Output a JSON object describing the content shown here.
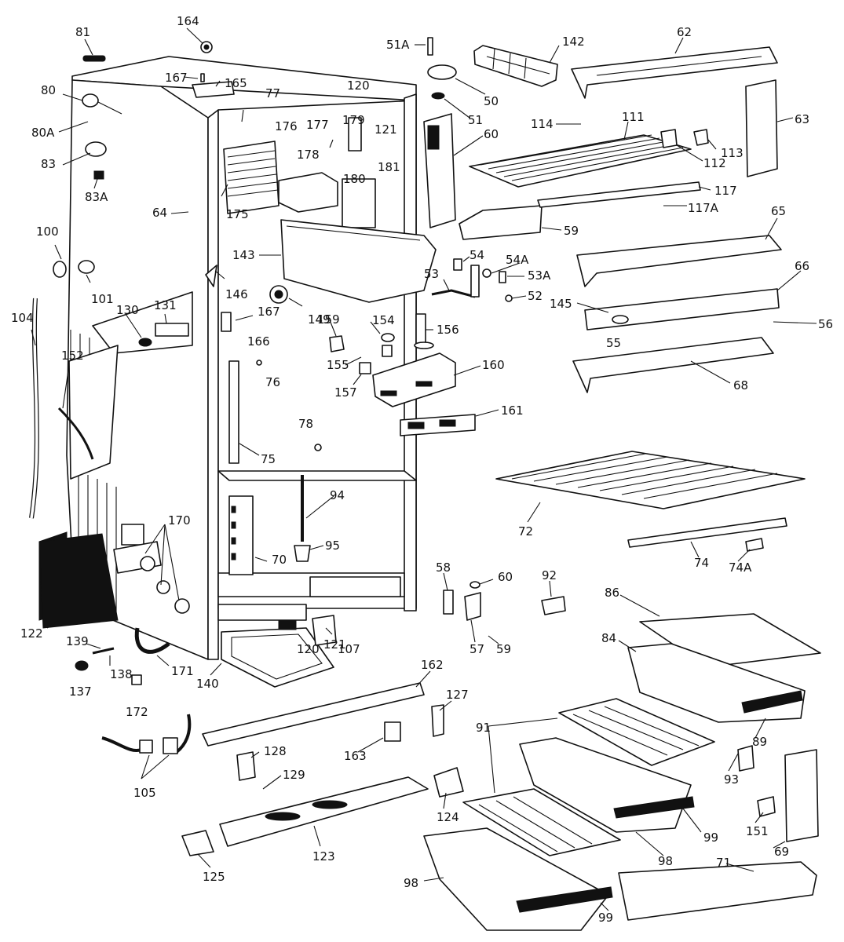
{
  "diagram": {
    "labels": [
      {
        "text": "81"
      },
      {
        "text": "164"
      },
      {
        "text": "167"
      },
      {
        "text": "165"
      },
      {
        "text": "80"
      },
      {
        "text": "80A"
      },
      {
        "text": "83"
      },
      {
        "text": "83A"
      },
      {
        "text": "77"
      },
      {
        "text": "176"
      },
      {
        "text": "177"
      },
      {
        "text": "179"
      },
      {
        "text": "120"
      },
      {
        "text": "121"
      },
      {
        "text": "178"
      },
      {
        "text": "180"
      },
      {
        "text": "181"
      },
      {
        "text": "175"
      },
      {
        "text": "64"
      },
      {
        "text": "100"
      },
      {
        "text": "101"
      },
      {
        "text": "104"
      },
      {
        "text": "143"
      },
      {
        "text": "146"
      },
      {
        "text": "149"
      },
      {
        "text": "167"
      },
      {
        "text": "166"
      },
      {
        "text": "130"
      },
      {
        "text": "131"
      },
      {
        "text": "152"
      },
      {
        "text": "76"
      },
      {
        "text": "78"
      },
      {
        "text": "75"
      },
      {
        "text": "94"
      },
      {
        "text": "95"
      },
      {
        "text": "70"
      },
      {
        "text": "170"
      },
      {
        "text": "122"
      },
      {
        "text": "139"
      },
      {
        "text": "138"
      },
      {
        "text": "137"
      },
      {
        "text": "172"
      },
      {
        "text": "171"
      },
      {
        "text": "140"
      },
      {
        "text": "120"
      },
      {
        "text": "121"
      },
      {
        "text": "107"
      },
      {
        "text": "105"
      },
      {
        "text": "51A"
      },
      {
        "text": "142"
      },
      {
        "text": "62"
      },
      {
        "text": "50"
      },
      {
        "text": "51"
      },
      {
        "text": "60"
      },
      {
        "text": "114"
      },
      {
        "text": "111"
      },
      {
        "text": "63"
      },
      {
        "text": "112"
      },
      {
        "text": "113"
      },
      {
        "text": "117"
      },
      {
        "text": "117A"
      },
      {
        "text": "59"
      },
      {
        "text": "65"
      },
      {
        "text": "54"
      },
      {
        "text": "54A"
      },
      {
        "text": "53"
      },
      {
        "text": "53A"
      },
      {
        "text": "52"
      },
      {
        "text": "66"
      },
      {
        "text": "145"
      },
      {
        "text": "56"
      },
      {
        "text": "55"
      },
      {
        "text": "159"
      },
      {
        "text": "154"
      },
      {
        "text": "156"
      },
      {
        "text": "155"
      },
      {
        "text": "157"
      },
      {
        "text": "160"
      },
      {
        "text": "68"
      },
      {
        "text": "161"
      },
      {
        "text": "72"
      },
      {
        "text": "74"
      },
      {
        "text": "74A"
      },
      {
        "text": "58"
      },
      {
        "text": "60"
      },
      {
        "text": "92"
      },
      {
        "text": "57"
      },
      {
        "text": "59"
      },
      {
        "text": "86"
      },
      {
        "text": "84"
      },
      {
        "text": "89"
      },
      {
        "text": "162"
      },
      {
        "text": "127"
      },
      {
        "text": "163"
      },
      {
        "text": "128"
      },
      {
        "text": "129"
      },
      {
        "text": "91"
      },
      {
        "text": "93"
      },
      {
        "text": "124"
      },
      {
        "text": "123"
      },
      {
        "text": "125"
      },
      {
        "text": "99"
      },
      {
        "text": "98"
      },
      {
        "text": "151"
      },
      {
        "text": "69"
      },
      {
        "text": "98"
      },
      {
        "text": "71"
      },
      {
        "text": "99"
      }
    ]
  },
  "colors": {
    "ink": "#111111",
    "paper": "#ffffff"
  }
}
